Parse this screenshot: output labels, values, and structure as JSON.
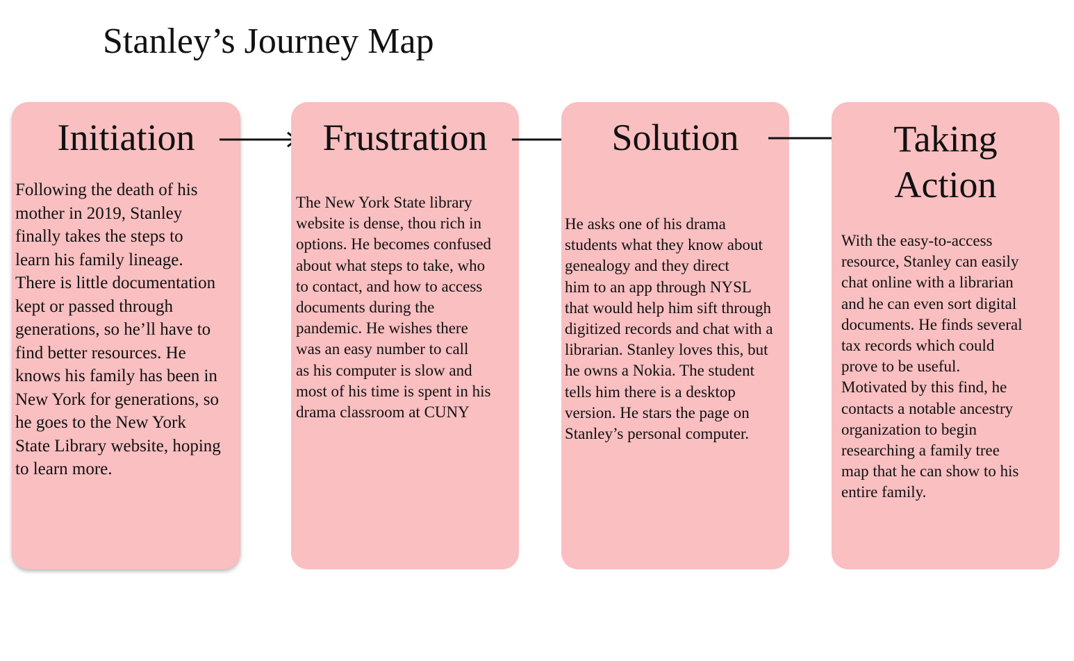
{
  "title": "Stanley’s Journey Map",
  "colors": {
    "card_fill": "#f9bfc1",
    "text": "#111111",
    "arrow": "#111111",
    "background": "#ffffff"
  },
  "stages": [
    {
      "title": "Initiation",
      "body": "Following the death of his\nmother in 2019, Stanley\nfinally takes the steps to\nlearn his family lineage.\nThere is little documentation\nkept or passed through\ngenerations, so he’ll have to\nfind better resources. He\nknows his family has been in\nNew York for generations, so\nhe goes to the New York\nState Library website, hoping\nto learn more."
    },
    {
      "title": "Frustration",
      "body": "The New York State library\nwebsite is dense, thou rich in\noptions. He becomes confused\nabout what steps to take, who\nto contact, and how to access\ndocuments during the\npandemic. He wishes there\nwas an easy number to call\nas his computer is slow and\nmost of his time is spent in his\ndrama classroom at CUNY"
    },
    {
      "title": "Solution",
      "body": "He asks one of his drama\nstudents what they know about\ngenealogy and they direct\nhim to an app through NYSL\nthat would help him sift through\ndigitized records and chat with a\nlibrarian. Stanley loves this, but\nhe owns a Nokia. The student\ntells him there is a desktop\nversion. He stars the page on\nStanley’s personal computer."
    },
    {
      "title": "Taking\nAction",
      "body": "With the easy-to-access\nresource, Stanley can easily\nchat online with a librarian\n and he can even sort digital\ndocuments. He finds several\ntax records which could\nprove to be useful.\nMotivated by this find, he\ncontacts a notable ancestry\norganization to begin\nresearching a family tree\nmap that he can show to his\nentire family."
    }
  ],
  "arrows": [
    {
      "icon": "right-arrow-icon"
    },
    {
      "icon": "right-arrow-icon"
    },
    {
      "icon": "right-arrow-icon"
    }
  ]
}
